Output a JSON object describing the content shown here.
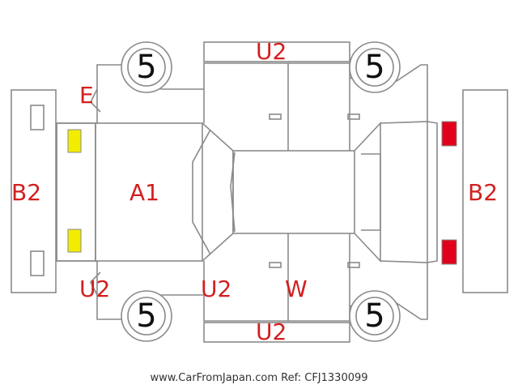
{
  "colors": {
    "outline": "#8a8a8a",
    "damage_label": "#d21f1f",
    "tire_label": "#111111",
    "front_light": "#f2ec00",
    "rear_light": "#e0001b"
  },
  "tire_ratings": {
    "front_left": "5",
    "rear_left": "5",
    "front_right": "5",
    "rear_right": "5"
  },
  "damage_marks": {
    "roof_panel": "U2",
    "front_bumper_top": "E",
    "front_bumper": "B2",
    "rear_bumper": "B2",
    "hood": "A1",
    "front_left_fender": "U2",
    "front_left_door": "U2",
    "rear_left_door": "W",
    "lower_panel": "U2"
  },
  "footer": "www.CarFromJapan.com Ref: CFJ1330099"
}
